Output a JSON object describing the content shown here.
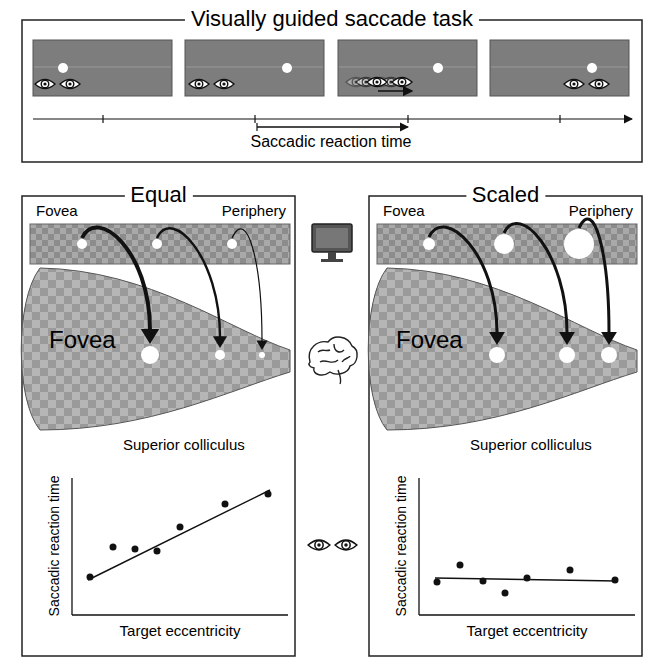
{
  "diagram": {
    "nodes": [
      {
        "text": [
          "Visually guided saccade task"
        ]
      },
      {
        "text": [
          "Equal"
        ]
      },
      {
        "text": [
          "Fovea",
          "Periphery"
        ],
        "in": 1
      },
      {
        "text": [
          "Fovea",
          "Superior colliculus"
        ],
        "in": 1
      },
      {
        "text": [
          "Scaled"
        ]
      },
      {
        "text": [
          "Fovea",
          "Periphery"
        ],
        "in": 4
      },
      {
        "text": [
          "Fovea",
          "Superior colliculus"
        ],
        "in": 4
      }
    ],
    "edges": [
      {
        "from": 2,
        "to": 3,
        "arrow": "to"
      },
      {
        "from": 2,
        "to": 3,
        "arrow": "to"
      },
      {
        "from": 2,
        "to": 3,
        "arrow": "to"
      },
      {
        "from": 5,
        "to": 6,
        "arrow": "to"
      },
      {
        "from": 5,
        "to": 6,
        "arrow": "to"
      },
      {
        "from": 5,
        "to": 6,
        "arrow": "to"
      }
    ],
    "labels": [
      "Saccadic reaction time",
      "Saccadic reaction time",
      "Target eccentricity",
      "Saccadic reaction time",
      "Target eccentricity"
    ]
  }
}
